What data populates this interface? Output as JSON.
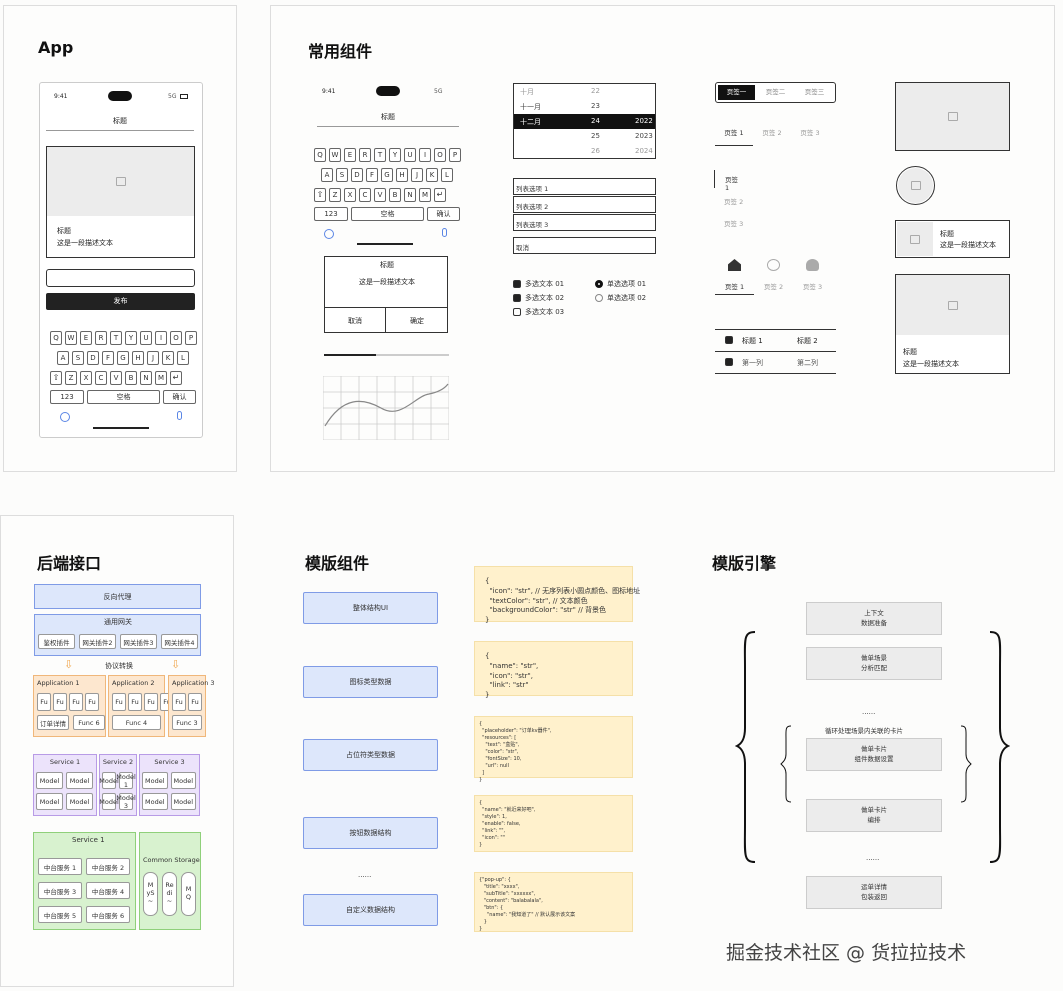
{
  "sections": {
    "app": "App",
    "common": "常用组件",
    "backend": "后端接口",
    "template_comp": "模版组件",
    "template_engine": "模版引擎"
  },
  "phone": {
    "time": "9:41",
    "signal": "5G",
    "title": "标题",
    "card_title": "标题",
    "card_desc": "这是一段描述文本",
    "publish": "发布"
  },
  "keyboard": {
    "row1": [
      "Q",
      "W",
      "E",
      "R",
      "T",
      "Y",
      "U",
      "I",
      "O",
      "P"
    ],
    "row2": [
      "A",
      "S",
      "D",
      "F",
      "G",
      "H",
      "J",
      "K",
      "L"
    ],
    "row3": [
      "Z",
      "X",
      "C",
      "V",
      "B",
      "N",
      "M"
    ],
    "num": "123",
    "space": "空格",
    "confirm": "确认"
  },
  "common": {
    "time": "9:41",
    "signal": "5G",
    "title": "标题",
    "dialog_title": "标题",
    "dialog_desc": "这是一段描述文本",
    "cancel": "取消",
    "ok": "确定",
    "picker": [
      [
        "十月",
        "22",
        ""
      ],
      [
        "十一月",
        "23",
        ""
      ],
      [
        "十二月",
        "24",
        "2022"
      ],
      [
        "",
        "25",
        "2023"
      ],
      [
        "",
        "26",
        "2024"
      ]
    ],
    "list_items": [
      "列表选项 1",
      "列表选项 2",
      "列表选项 3"
    ],
    "list_cancel": "取消",
    "checkboxes": [
      "多选文本 01",
      "多选文本 02",
      "多选文本 03"
    ],
    "radios": [
      "单选选项 01",
      "单选选项 02"
    ],
    "seg_tabs": [
      "页签一",
      "页签二",
      "页签三"
    ],
    "tabs": [
      "页签 1",
      "页签 2",
      "页签 3"
    ],
    "vtabs": [
      "页签 1",
      "页签 2",
      "页签 3"
    ],
    "icon_tabs": [
      "页签 1",
      "页签 2",
      "页签 3"
    ],
    "table_head": [
      "标题 1",
      "标题 2"
    ],
    "table_row": [
      "第一列",
      "第二列"
    ],
    "card_title": "标题",
    "card_desc": "这是一段描述文本"
  },
  "backend": {
    "reverse_proxy": "反向代理",
    "gateway": "通用网关",
    "plugins": [
      "鉴权插件",
      "网关插件2",
      "网关插件3",
      "网关插件4"
    ],
    "protocol": "协议转换",
    "apps": [
      {
        "name": "Application 1",
        "items": [
          "Fu",
          "Fu",
          "Fu",
          "Fu"
        ],
        "bottom": [
          "订单详情",
          "Func 6"
        ]
      },
      {
        "name": "Application 2",
        "items": [
          "Fu",
          "Fu",
          "Fu",
          "Fu"
        ],
        "bottom": [
          "Func 4"
        ]
      },
      {
        "name": "Application 3",
        "items": [
          "Fu",
          "Fu"
        ],
        "bottom": [
          "Func 3"
        ]
      }
    ],
    "services": [
      {
        "name": "Service 1",
        "models": [
          "Model",
          "Model",
          "Model",
          "Model"
        ]
      },
      {
        "name": "Service 2",
        "models": [
          "Model",
          "Model 1",
          "Model",
          "Model 3"
        ]
      },
      {
        "name": "Service 3",
        "models": [
          "Model",
          "Model",
          "Model",
          "Model"
        ]
      }
    ],
    "service_bottom": "Service 1",
    "middle": [
      "中台服务 1",
      "中台服务 2",
      "中台服务 3",
      "中台服务 4",
      "中台服务 5",
      "中台服务 6"
    ],
    "storage": "Common Storage",
    "storage_items": [
      "M\nyS\n~",
      "Re\ndi\n~",
      "M\nQ"
    ]
  },
  "template_comp": {
    "items": [
      "整体结构UI",
      "图标类型数据",
      "占位符类型数据",
      "按钮数据结构",
      "......",
      "自定义数据结构"
    ],
    "code": [
      "{\n  \"icon\": \"str\", // 无序列表小圆点颜色、图标地址\n  \"textColor\": \"str\", // 文本颜色\n  \"backgroundColor\": \"str\" // 背景色\n}",
      "{\n  \"name\": \"str\",\n  \"icon\": \"str\",\n  \"link\": \"str\"\n}",
      "{\n  \"placeholder\": \"订单kv器件\",\n  \"resources\": [\n    \"text\": \"盒贴\",\n    \"color\": \"str\",\n    \"fontSize\": 10,\n    \"url\": null\n  ]\n}",
      "{\n  \"name\": \"就近来好吧\",\n  \"style\": 1,\n  \"enable\": false,\n  \"link\": \"\",\n  \"icon\": \"\"\n}",
      "{\"pop-up\": {\n   \"title\": \"xxxx\",\n   \"subTitle\": \"xxxxxx\",\n   \"content\": \"balabalala\",\n   \"btn\": {\n     \"name\": \"我知道了\" // 默认展示该文案\n   }\n}"
    ]
  },
  "template_engine": {
    "boxes": [
      "上下文\n数据准备",
      "做单场景\n分析匹配",
      "做单卡片\n组件数据设置",
      "做单卡片\n编排",
      "运单详情\n包装返回"
    ],
    "dots1": "......",
    "loop": "循环处理场景内关联的卡片",
    "dots2": "......"
  },
  "footer": "掘金技术社区 @ 货拉拉技术"
}
